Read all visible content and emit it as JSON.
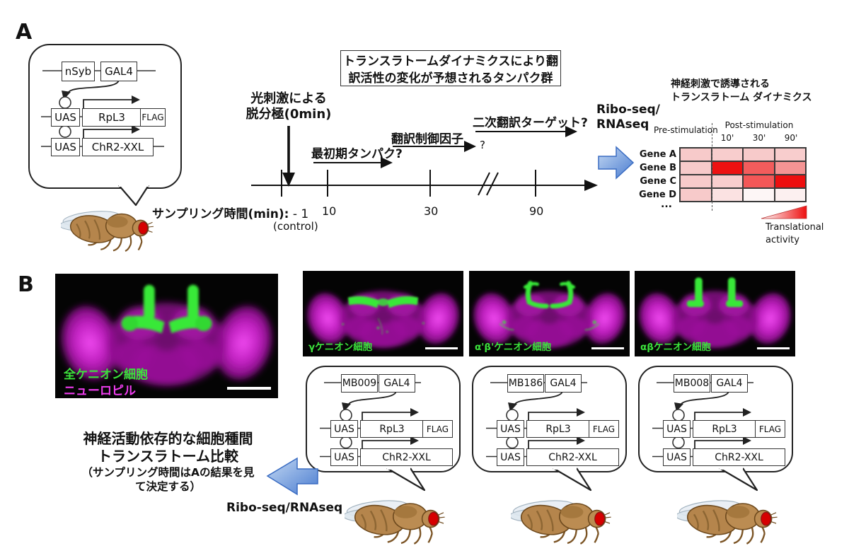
{
  "colors": {
    "accent_blue": "#5585d6",
    "green_label": "#3ce23c",
    "magenta_label": "#ee3cee",
    "heat_red": "#ed1111"
  },
  "panelA": {
    "label": "A",
    "construct": {
      "promoter": "nSyb",
      "gal4": "GAL4",
      "uas1": "UAS",
      "gene1": "RpL3",
      "tag1": "FLAG",
      "uas2": "UAS",
      "gene2": "ChR2-XXL"
    },
    "hypothesis_box_line1": "トランスラトームダイナミクスにより翻",
    "hypothesis_box_line2": "訳活性の変化が予想されるタンパク群",
    "stim_line1": "光刺激による",
    "stim_line2": "脱分極(0min)",
    "ann_immediate_early": "最初期タンパク?",
    "ann_translation_factor": "翻訳制御因子",
    "ann_factor_question": "?",
    "ann_secondary_target": "二次翻訳ターゲット?",
    "riboseq_line1": "Ribo-seq/",
    "riboseq_line2": "RNAseq",
    "timeline": {
      "axis_label": "サンプリング時間(min):",
      "tick_minus1": "- 1",
      "control_note": "(control)",
      "tick_10": "10",
      "tick_30": "30",
      "tick_90": "90"
    },
    "heatmap": {
      "title_line1": "神経刺激で誘導される",
      "title_line2": "トランスラトーム ダイナミクス",
      "pre_label": "Pre-stimulation",
      "post_label": "Post-stimulation",
      "post_ticks": [
        "10'",
        "30'",
        "90'"
      ],
      "rows": [
        "Gene A",
        "Gene B",
        "Gene C",
        "Gene D"
      ],
      "ellipsis": "...",
      "cell_colors": [
        [
          "#f7caca",
          "#f8cdcd",
          "#f7caca",
          "#f8cdcd"
        ],
        [
          "#f7caca",
          "#ed1111",
          "#f25c5c",
          "#f49494"
        ],
        [
          "#f7caca",
          "#f8cdcd",
          "#f35757",
          "#ed0f0f"
        ],
        [
          "#f7caca",
          "#fbe2e2",
          "#fdf6f6",
          "#fcf0f0"
        ]
      ],
      "legend_line1": "Translational",
      "legend_line2": "activity"
    }
  },
  "panelB": {
    "label": "B",
    "main_image": {
      "label_green": "全ケニオン細胞",
      "label_magenta": "ニューロピル"
    },
    "image_labels": [
      "γケニオン細胞",
      "α'β'ケニオン細胞",
      "αβケニオン細胞"
    ],
    "constructs": [
      {
        "promoter": "MB009",
        "gal4": "GAL4",
        "uas1": "UAS",
        "gene1": "RpL3",
        "tag1": "FLAG",
        "uas2": "UAS",
        "gene2": "ChR2-XXL"
      },
      {
        "promoter": "MB186",
        "gal4": "GAL4",
        "uas1": "UAS",
        "gene1": "RpL3",
        "tag1": "FLAG",
        "uas2": "UAS",
        "gene2": "ChR2-XXL"
      },
      {
        "promoter": "MB008",
        "gal4": "GAL4",
        "uas1": "UAS",
        "gene1": "RpL3",
        "tag1": "FLAG",
        "uas2": "UAS",
        "gene2": "ChR2-XXL"
      }
    ],
    "comparison_line1": "神経活動依存的な細胞種間",
    "comparison_line2": "トランスラトーム比較",
    "comparison_note_line1": "（サンプリング時間はAの結果を見",
    "comparison_note_line2": "て決定する）",
    "riboseq_label": "Ribo-seq/RNAseq"
  }
}
